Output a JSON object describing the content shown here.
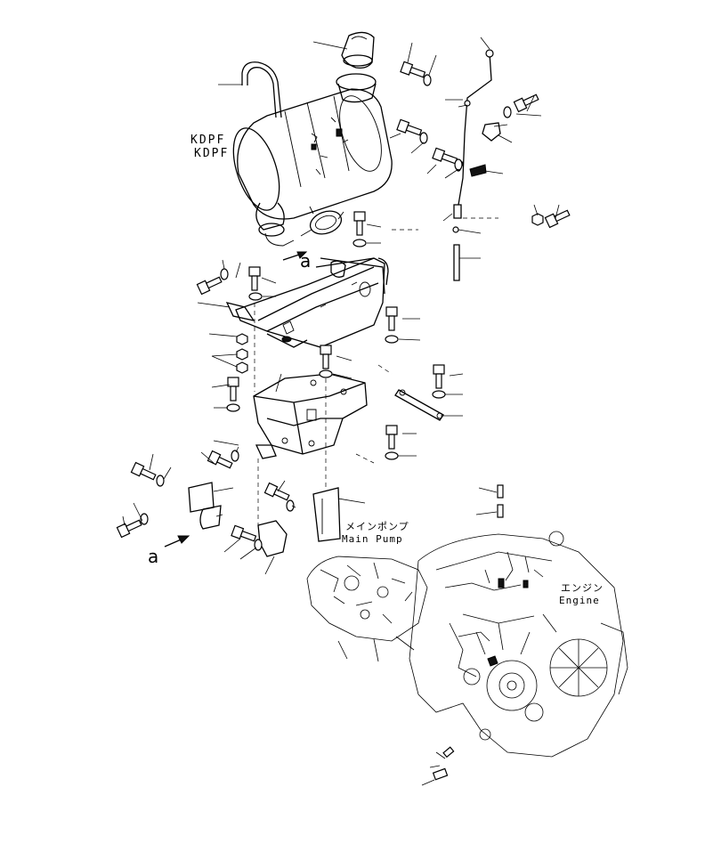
{
  "diagram": {
    "title": "",
    "labels": {
      "kdpf_line1": "KDPF",
      "kdpf_line2": "KDPF",
      "main_pump_jp": "メインポンプ",
      "main_pump_en": "Main Pump",
      "engine_jp": "エンジン",
      "engine_en": "Engine",
      "ref_a_top": "a",
      "ref_a_bottom": "a"
    },
    "parts": [
      "kdpf-unit",
      "u-bolt",
      "exhaust-elbow",
      "clamp-ring",
      "upper-bracket",
      "lower-bracket",
      "side-plate",
      "tie-rod",
      "dipstick-tube",
      "bolts",
      "washers",
      "nuts",
      "main-pump",
      "engine"
    ],
    "colors": {
      "ink": "#000000",
      "paper": "#ffffff"
    }
  }
}
